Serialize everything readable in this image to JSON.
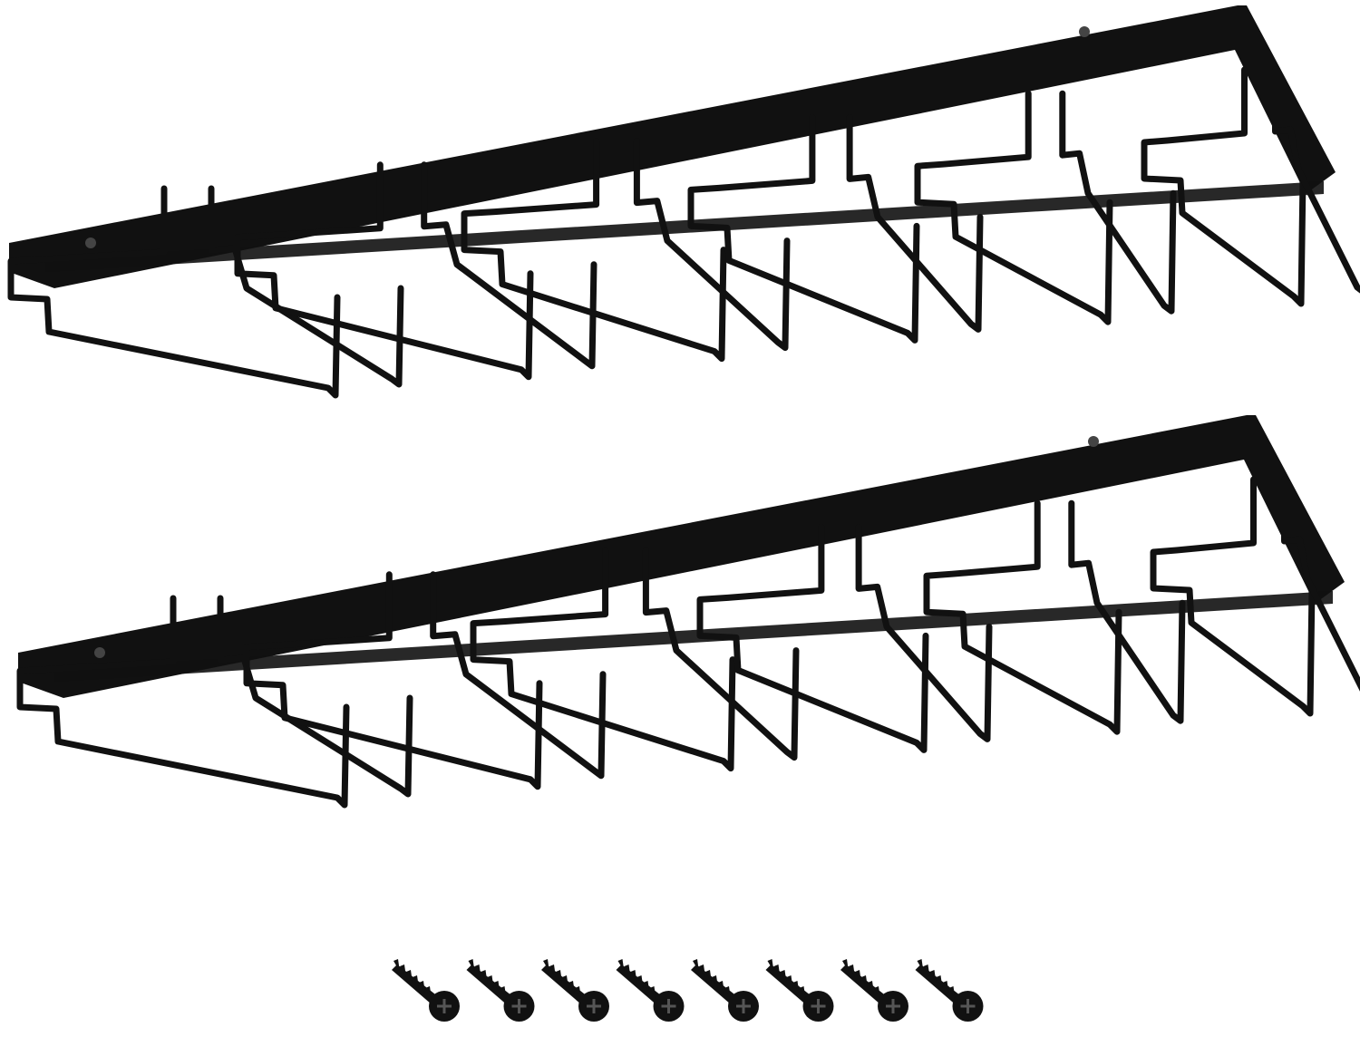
{
  "scene": {
    "background_color": "#ffffff",
    "wire_color": "#111111",
    "rack_count": 2,
    "slots_per_rack": 6,
    "screw_count": 8,
    "icons": [
      "wine-glass-rack-icon",
      "screw-icon"
    ]
  }
}
